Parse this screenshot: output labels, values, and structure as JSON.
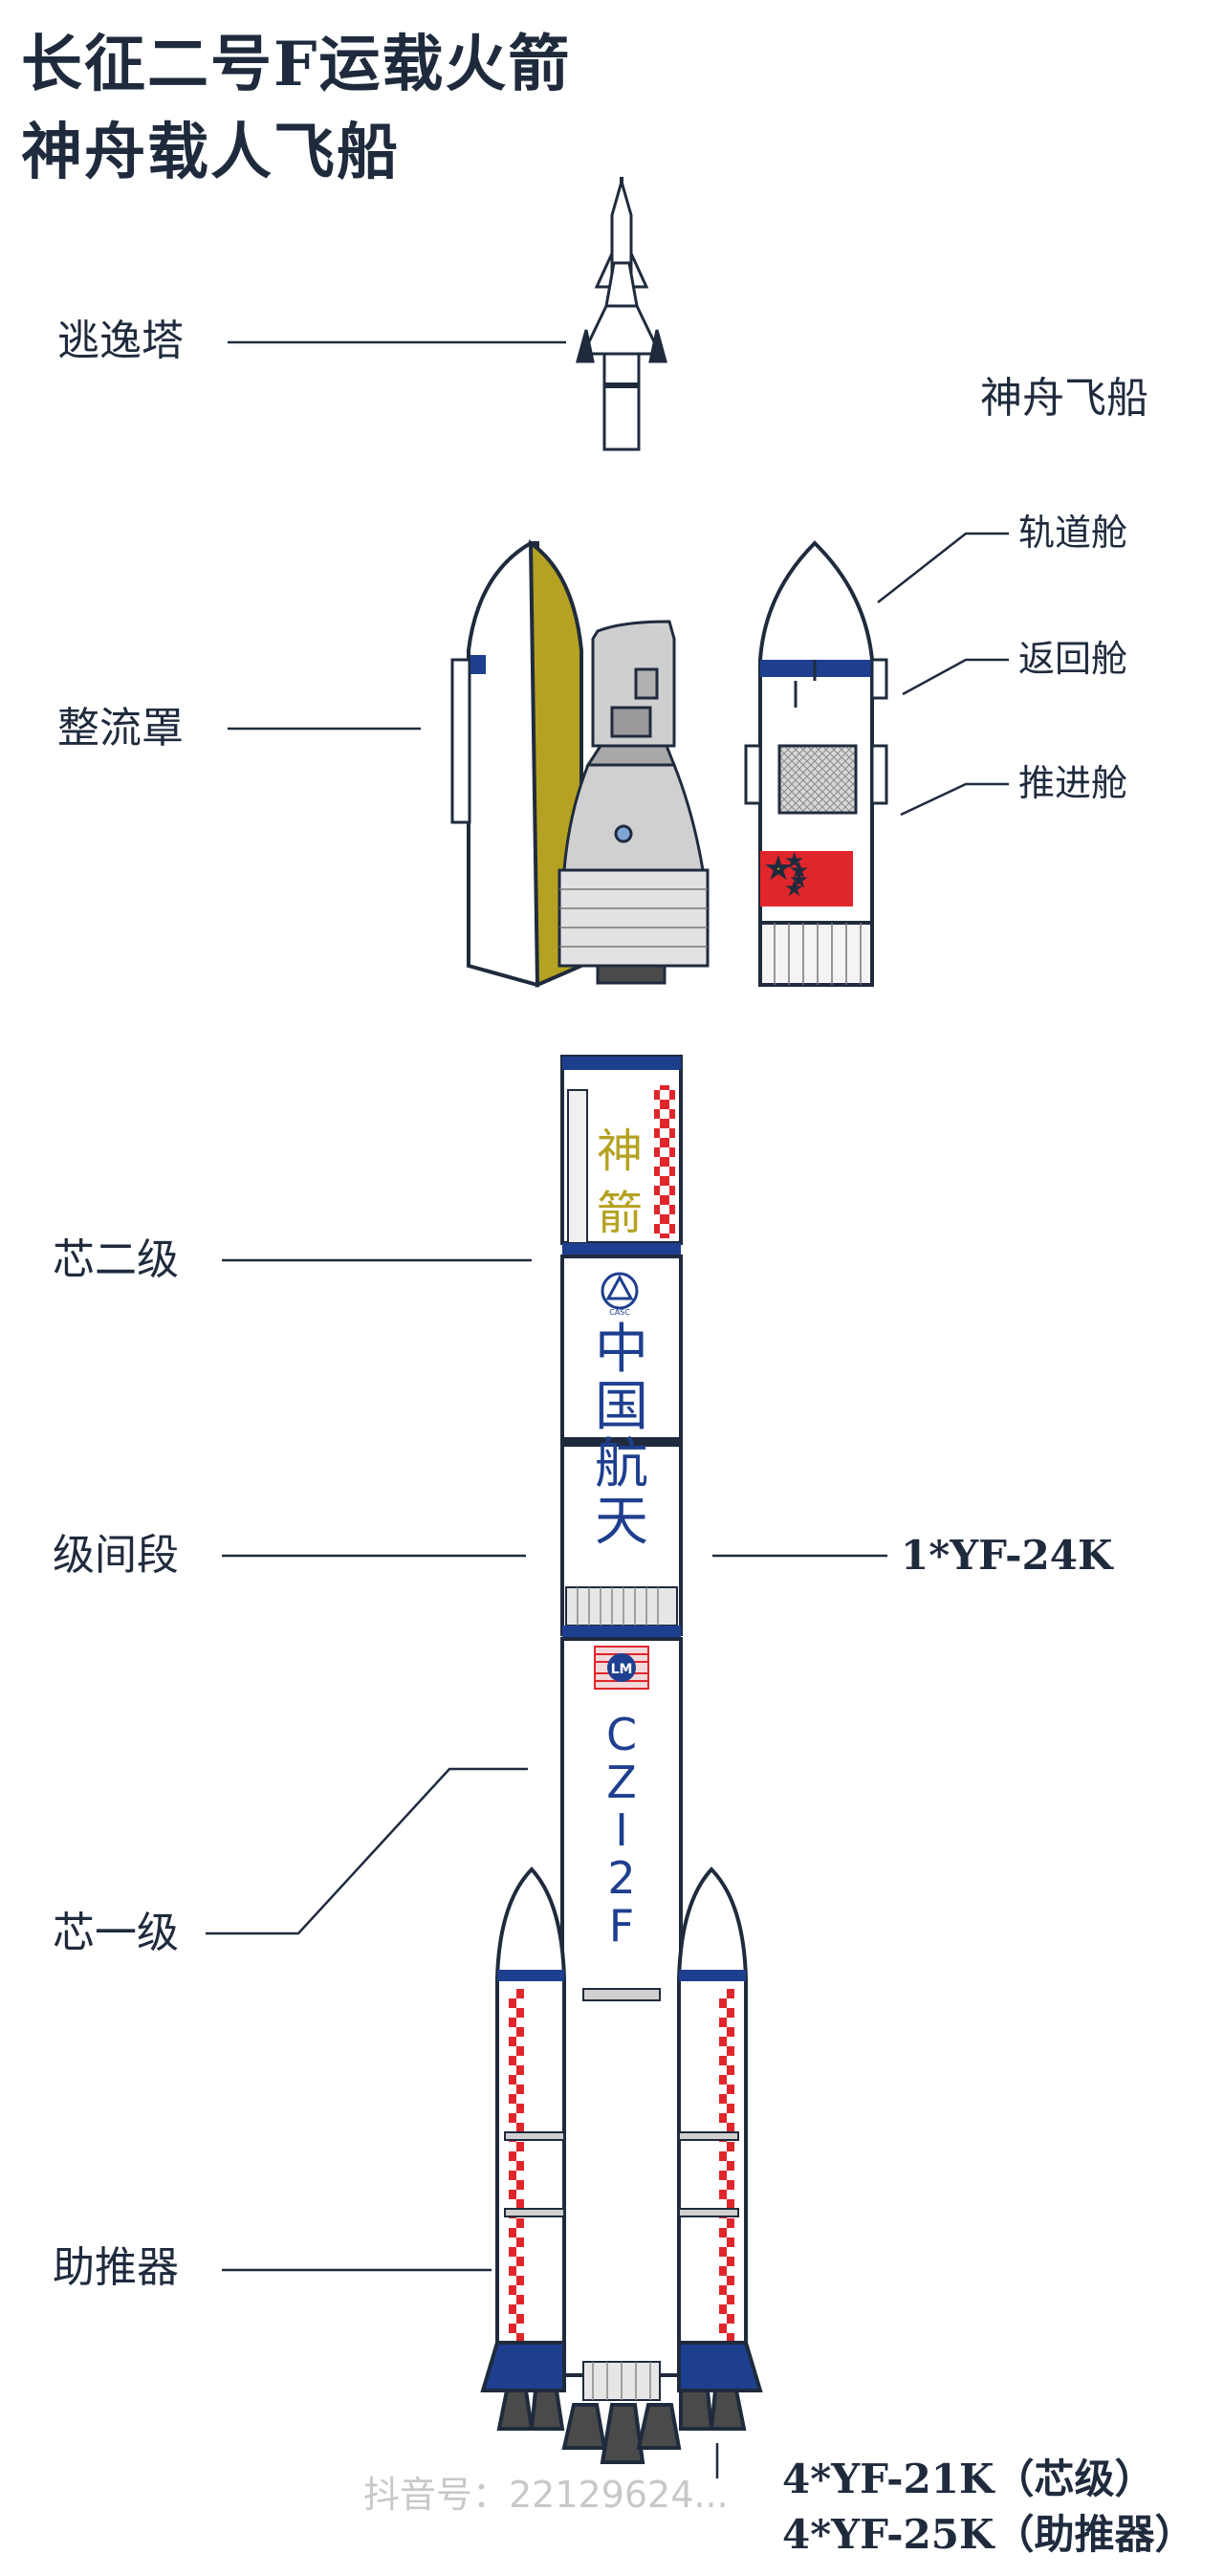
{
  "title": {
    "line1": "长征二号F运载火箭",
    "line2": "神舟载人飞船"
  },
  "labels": {
    "escape_tower": "逃逸塔",
    "fairing": "整流罩",
    "spacecraft": "神舟飞船",
    "orbital_module": "轨道舱",
    "return_module": "返回舱",
    "propulsion_module": "推进舱",
    "second_stage": "芯二级",
    "interstage": "级间段",
    "first_stage": "芯一级",
    "boosters": "助推器"
  },
  "engines": {
    "second_stage_engine": "1*YF-24K",
    "core_engine": "4*YF-21K（芯级）",
    "booster_engine": "4*YF-25K（助推器）"
  },
  "rocket_text": {
    "shenjian": [
      "神",
      "箭"
    ],
    "zhongguo_hangtian": [
      "中",
      "国",
      "航",
      "天"
    ],
    "lm": "LM",
    "casc": "CASC",
    "model": [
      "C",
      "Z",
      "I",
      "2",
      "F"
    ]
  },
  "watermark": "抖音号：22129624...",
  "colors": {
    "navy": "#1e3f8f",
    "red": "#e0262b",
    "gold": "#b5a222",
    "ink": "#1f2b3d",
    "flag_star": "#ffde00"
  }
}
